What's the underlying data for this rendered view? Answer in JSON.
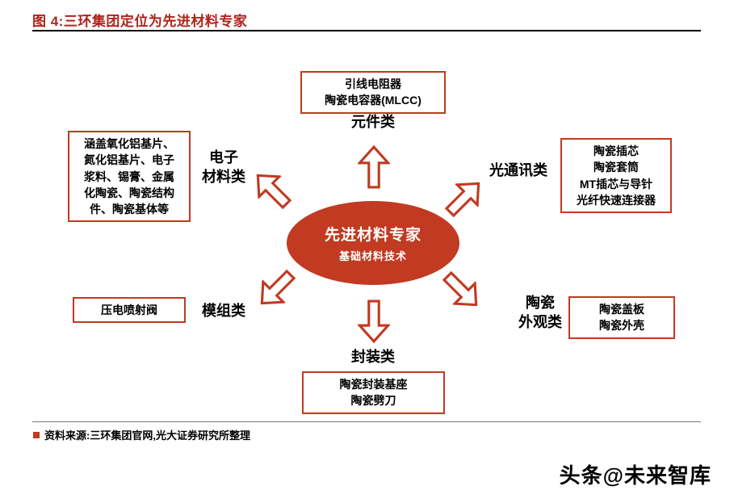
{
  "title": "图 4:三环集团定位为先进材料专家",
  "center": {
    "title": "先进材料专家",
    "subtitle": "基础材料技术"
  },
  "nodes": {
    "top": {
      "label": "元件类",
      "items": [
        "引线电阻器",
        "陶瓷电容器(MLCC)"
      ]
    },
    "upper_left": {
      "label_lines": [
        "电子",
        "材料类"
      ],
      "items": [
        "涵盖氧化铝基片、",
        "氮化铝基片、电子",
        "浆料、锡膏、金属",
        "化陶瓷、陶瓷结构",
        "件、陶瓷基体等"
      ]
    },
    "upper_right": {
      "label": "光通讯类",
      "items": [
        "陶瓷插芯",
        "陶瓷套筒",
        "MT插芯与导针",
        "光纤快速连接器"
      ]
    },
    "lower_left": {
      "label": "模组类",
      "items": [
        "压电喷射阀"
      ]
    },
    "lower_right": {
      "label_lines": [
        "陶瓷",
        "外观类"
      ],
      "items": [
        "陶瓷盖板",
        "陶瓷外壳"
      ]
    },
    "bottom": {
      "label": "封装类",
      "items": [
        "陶瓷封装基座",
        "陶瓷劈刀"
      ]
    }
  },
  "footer": {
    "source": "资料来源:三环集团官网,光大证券研究所整理"
  },
  "watermark": "头条@未来智库",
  "colors": {
    "accent": "#c13a21",
    "title": "#b1221c"
  }
}
